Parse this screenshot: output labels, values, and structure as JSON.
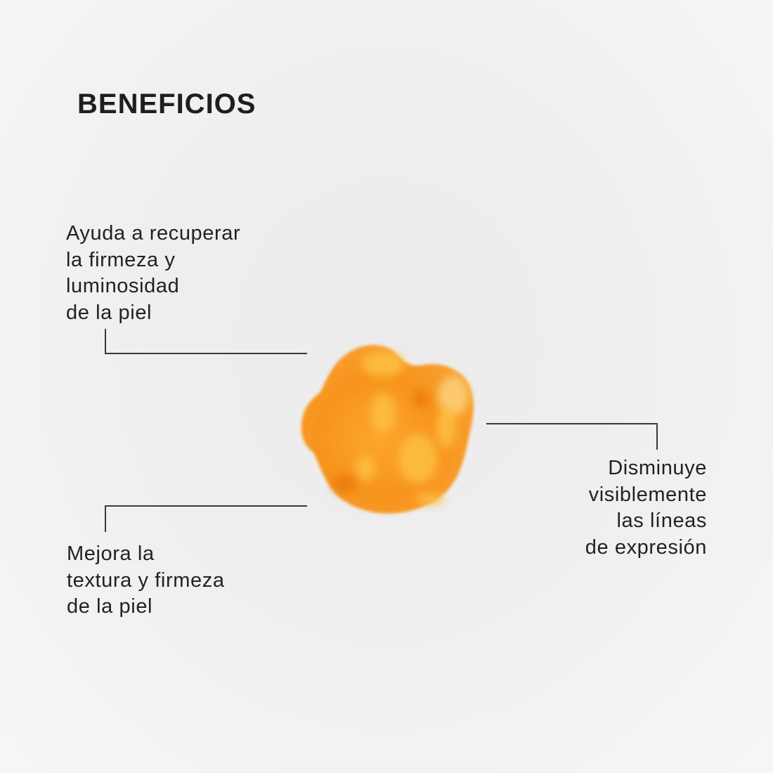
{
  "title": "BENEFICIOS",
  "benefits": [
    {
      "lines": [
        "Ayuda a recuperar",
        "la firmeza y",
        "luminosidad",
        "de la piel"
      ]
    },
    {
      "lines": [
        "Disminuye",
        "visiblemente",
        "las líneas",
        "de expresión"
      ]
    },
    {
      "lines": [
        "Mejora la",
        "textura y firmeza",
        "de la piel"
      ]
    }
  ],
  "colors": {
    "background": "#eeeeee",
    "text": "#222222",
    "connector": "#3a3a3a",
    "serum_orange": "#f7941d",
    "serum_highlight": "#fdc042"
  }
}
